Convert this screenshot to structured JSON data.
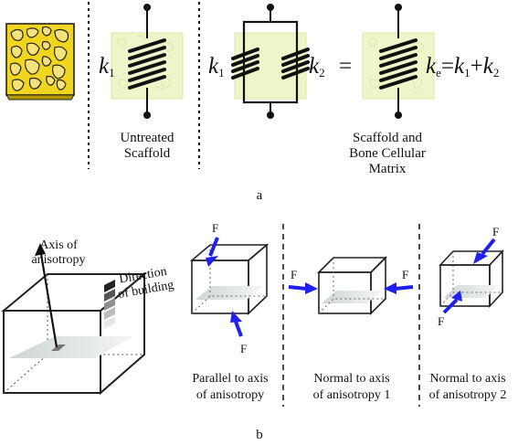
{
  "panel_a": {
    "caption": "a",
    "untreated_label": [
      "Untreated",
      "Scaffold"
    ],
    "matrix_label": [
      "Scaffold and",
      "Bone Cellular",
      "Matrix"
    ],
    "k1": "k",
    "k1_sub": "1",
    "k2": "k",
    "k2_sub": "2",
    "equals": "=",
    "ke": "k",
    "ke_sub": "e",
    "eq_rest_1": "=",
    "eq_rest_k1": "k",
    "eq_rest_k1_sub": "1",
    "plus": "+",
    "eq_rest_k2": "k",
    "eq_rest_k2_sub": "2",
    "colors": {
      "scaffold_fill": "#f2d51f",
      "scaffold_ghost": "#eef5c9",
      "pore_fill": "#f4de74",
      "spring": "#1a1a1a"
    }
  },
  "panel_b": {
    "caption": "b",
    "axis_label": [
      "Axis of",
      "anisotropy"
    ],
    "building_label": [
      "Direction",
      "of building"
    ],
    "force_label": "F",
    "parallel_label": [
      "Parallel to axis",
      "of anisotropy"
    ],
    "normal1_label": [
      "Normal to axis",
      "of anisotropy 1"
    ],
    "normal2_label": [
      "Normal to axis",
      "of anisotropy 2"
    ],
    "colors": {
      "arrow": "#1f1ff0",
      "plane": "#dfe4e1",
      "block_dark": "#3a3a3a"
    }
  }
}
